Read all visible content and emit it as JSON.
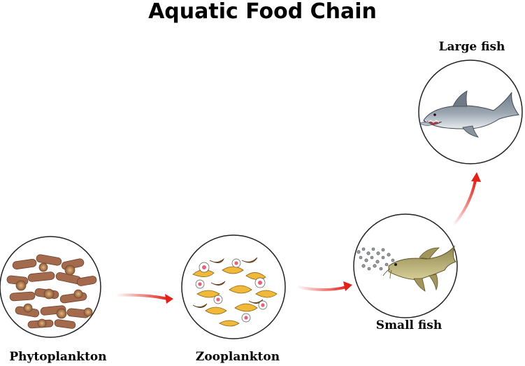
{
  "title": "Aquatic Food Chain",
  "nodes": [
    {
      "id": "phytoplankton",
      "label": "Phytoplankton",
      "icon": "phytoplankton-illustration"
    },
    {
      "id": "zooplankton",
      "label": "Zooplankton",
      "icon": "zooplankton-illustration"
    },
    {
      "id": "small-fish",
      "label": "Small fish",
      "icon": "catfish-illustration"
    },
    {
      "id": "large-fish",
      "label": "Large fish",
      "icon": "shark-illustration"
    }
  ],
  "colors": {
    "arrow": "#e32119",
    "circle_stroke": "#222222",
    "text": "#000000"
  }
}
